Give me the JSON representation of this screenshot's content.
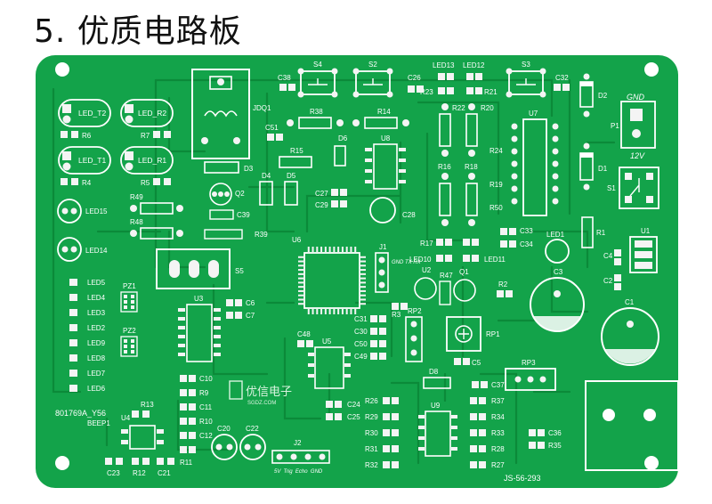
{
  "header": {
    "title": "5. 优质电路板"
  },
  "board": {
    "colors": {
      "pcb": "#13a34a",
      "trace": "#0d8c3c",
      "silk": "#ffffff",
      "pad": "#f4f4f4",
      "drill": "#0f6e30"
    },
    "labels": {
      "led_t2": "LED_T2",
      "led_r2": "LED_R2",
      "led_t1": "LED_T1",
      "led_r1": "LED_R1",
      "r6": "R6",
      "r7": "R7",
      "r4": "R4",
      "r5": "R5",
      "led15": "LED15",
      "led14": "LED14",
      "r49": "R49",
      "r48": "R48",
      "led5": "LED5",
      "led4": "LED4",
      "led3": "LED3",
      "led2": "LED2",
      "led9": "LED9",
      "led8": "LED8",
      "led7": "LED7",
      "led6": "LED6",
      "pz1": "PZ1",
      "pz2": "PZ2",
      "code": "801769A_Y56",
      "beep1": "BEEP1",
      "u4": "U4",
      "r13": "R13",
      "c23": "C23",
      "r12": "R12",
      "c21": "C21",
      "jdq1": "JDQ1",
      "d3": "D3",
      "q2": "Q2",
      "c39": "C39",
      "r39": "R39",
      "s5": "S5",
      "u3": "U3",
      "c6": "C6",
      "c7": "C7",
      "c10": "C10",
      "r9": "R9",
      "c11": "C11",
      "r10": "R10",
      "c12": "C12",
      "r11": "R11",
      "c20": "C20",
      "c22": "C22",
      "j2": "J2",
      "j2_pins": "5V  Trig  Echo  GND",
      "c38": "C38",
      "s4": "S4",
      "s2": "S2",
      "c26": "C26",
      "r23": "R23",
      "led13": "LED13",
      "led12": "LED12",
      "r21": "R21",
      "s3": "S3",
      "c32": "C32",
      "d2": "D2",
      "gnd": "GND",
      "p1": "P1",
      "v12": "12V",
      "d1": "D1",
      "s1": "S1",
      "r38": "R38",
      "r14": "R14",
      "c51": "C51",
      "d6": "D6",
      "u8": "U8",
      "r15": "R15",
      "d4": "D4",
      "d5": "D5",
      "c27": "C27",
      "c29": "C29",
      "c28": "C28",
      "r22": "R22",
      "r20": "R20",
      "u7": "U7",
      "r24": "R24",
      "r16": "R16",
      "r18": "R18",
      "r19": "R19",
      "r50": "R50",
      "r17": "R17",
      "c33": "C33",
      "c34": "C34",
      "led10": "LED10",
      "led11": "LED11",
      "led1": "LED1",
      "r1": "R1",
      "u1": "U1",
      "c4": "C4",
      "c2": "C2",
      "c3": "C3",
      "c1": "C1",
      "u6": "U6",
      "j1": "J1",
      "j1_pins": "GND TX RX",
      "u2": "U2",
      "q1": "Q1",
      "r47": "R47",
      "r2": "R2",
      "r3": "R3",
      "rp2": "RP2",
      "rp1": "RP1",
      "c31": "C31",
      "c30": "C30",
      "c50": "C50",
      "c49": "C49",
      "c48": "C48",
      "u5": "U5",
      "d8": "D8",
      "c5": "C5",
      "rp3": "RP3",
      "c37": "C37",
      "c24": "C24",
      "c25": "C25",
      "r26": "R26",
      "r29": "R29",
      "r30": "R30",
      "r31": "R31",
      "r32": "R32",
      "u9": "U9",
      "r37": "R37",
      "r34": "R34",
      "r33": "R33",
      "r28": "R28",
      "r27": "R27",
      "r35": "R35",
      "c36": "C36",
      "logo": "优信电子",
      "logo_url": "SGDZ.COM",
      "board_id": "JS-56-293"
    }
  }
}
